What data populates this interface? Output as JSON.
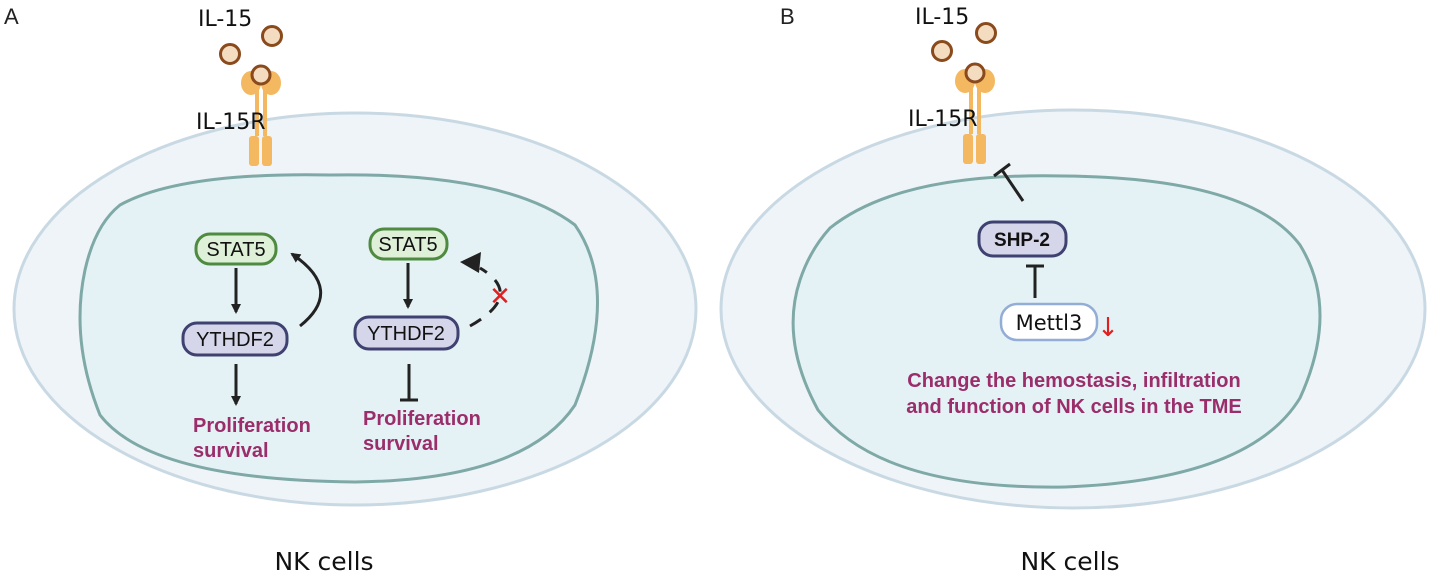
{
  "panels": [
    {
      "letter": "A",
      "ligand": "IL-15",
      "receptor": "IL-15R",
      "caption": "NK cells",
      "left_pathway": {
        "top_node": "STAT5",
        "middle_node": "YTHDF2",
        "outcome_line1": "Proliferation",
        "outcome_line2": "survival"
      },
      "right_pathway": {
        "top_node": "STAT5",
        "middle_node": "YTHDF2",
        "outcome_line1": "Proliferation",
        "outcome_line2": "survival",
        "blocked_mark": "✕"
      }
    },
    {
      "letter": "B",
      "ligand": "IL-15",
      "receptor": "IL-15R",
      "caption": "NK cells",
      "inhibitor_node": "SHP-2",
      "regulator_node": "Mettl3",
      "regulator_change": "↓",
      "outcome_line1": "Change the hemostasis, infiltration",
      "outcome_line2": "and function of NK cells in the TME"
    }
  ],
  "colors": {
    "outer_cell_fill": "#eef4f8",
    "outer_cell_stroke": "#c9d9e4",
    "nucleus_fill": "#e4f2f6",
    "nucleus_stroke": "#7fa9a6",
    "stat5_fill": "#dff0d8",
    "stat5_stroke": "#4e8a3f",
    "ythdf2_fill": "#d5d6ea",
    "ythdf2_stroke": "#3f4270",
    "mettl3_fill": "#ffffff",
    "mettl3_stroke": "#93add6",
    "receptor": "#f4b860",
    "ligand_fill": "#f3dcc0",
    "ligand_stroke": "#8a4a1c",
    "outcome_text": "#9a2d6a",
    "block_mark": "#e02020"
  }
}
